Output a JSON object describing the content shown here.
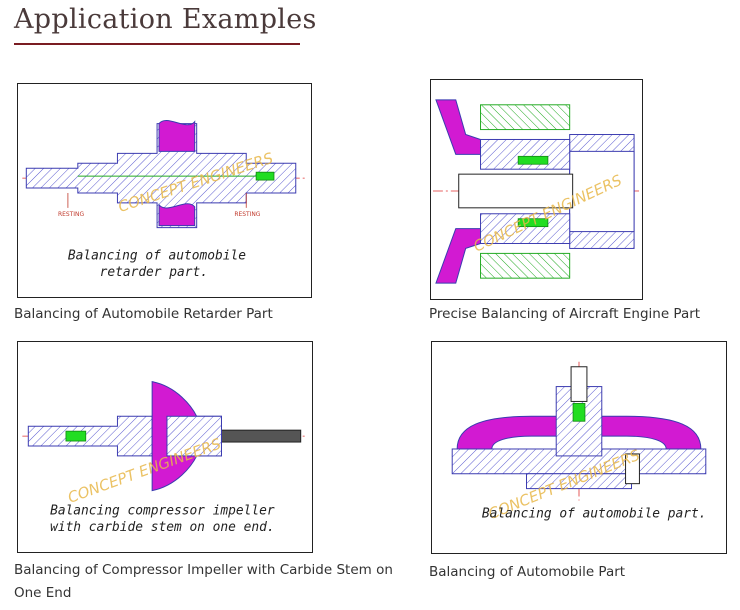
{
  "page": {
    "heading": "Application Examples"
  },
  "examples": [
    {
      "caption": "Balancing of Automobile Retarder Part",
      "note_lines": [
        "Balancing  of automobile",
        "retarder part."
      ],
      "watermark": "CONCEPT ENGINEERS",
      "labels": [
        "RESTING",
        "RESTING"
      ]
    },
    {
      "caption": "Precise Balancing of Aircraft Engine Part",
      "note_lines": [],
      "watermark": "CONCEPT ENGINEERS",
      "labels": []
    },
    {
      "caption_lines": [
        "Balancing of Compressor Impeller with Carbide Stem on",
        "One End"
      ],
      "note_lines": [
        "Balancing  compressor impeller",
        "with carbide stem on one end."
      ],
      "watermark": "CONCEPT ENGINEERS",
      "labels": []
    },
    {
      "caption": "Balancing of Automobile Part",
      "note_lines": [
        "Balancing   of automobile part."
      ],
      "watermark": "CONCEPT ENGINEERS",
      "labels": []
    }
  ],
  "colors": {
    "heading_rule": "#7a1c22",
    "part_hatch": "#3b3bb0",
    "magenta_part": "#d21ad2",
    "green_part": "#22dd22",
    "watermark": "#e8b84a",
    "centerline": "#e03030"
  }
}
